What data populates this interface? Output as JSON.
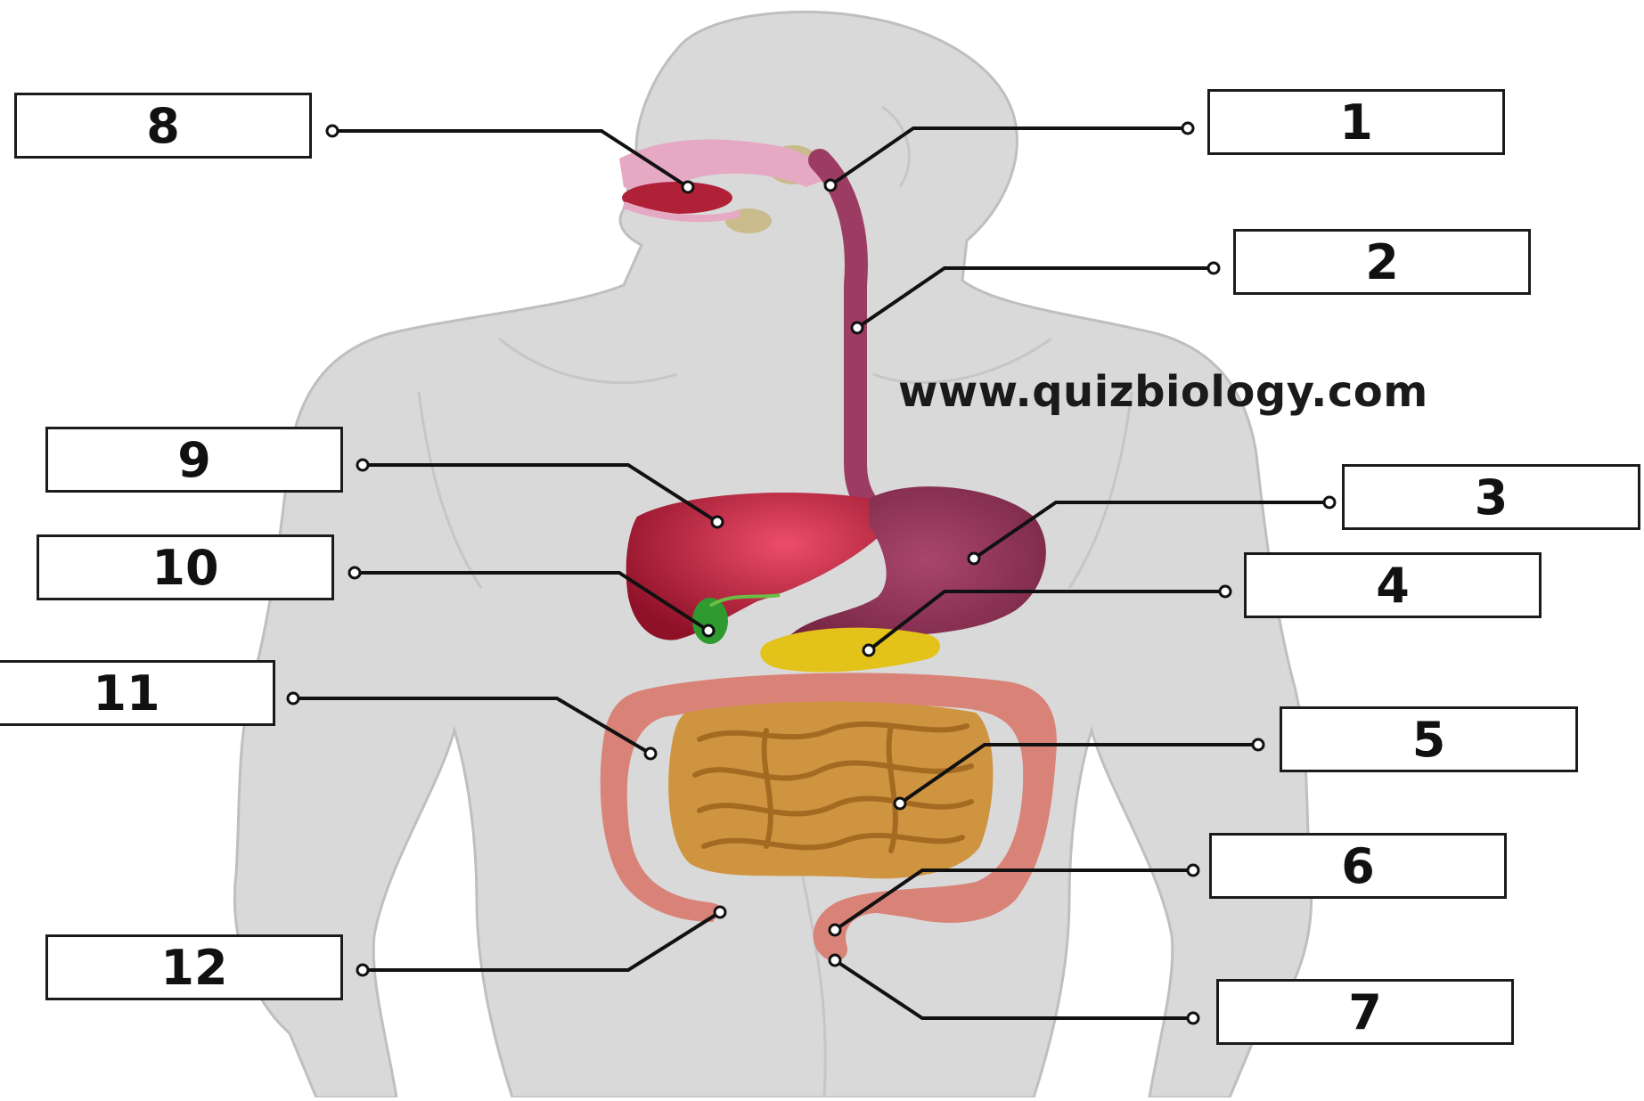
{
  "watermark": "www.quizbiology.com",
  "labels": [
    {
      "key": "1",
      "text": "1"
    },
    {
      "key": "2",
      "text": "2"
    },
    {
      "key": "3",
      "text": "3"
    },
    {
      "key": "4",
      "text": "4"
    },
    {
      "key": "5",
      "text": "5"
    },
    {
      "key": "6",
      "text": "6"
    },
    {
      "key": "7",
      "text": "7"
    },
    {
      "key": "8",
      "text": "8"
    },
    {
      "key": "9",
      "text": "9"
    },
    {
      "key": "10",
      "text": "10"
    },
    {
      "key": "11",
      "text": "11"
    },
    {
      "key": "12",
      "text": "12"
    }
  ],
  "colors": {
    "body": "#d9d9d9",
    "body_outline": "#bdbdbd",
    "liver": "#b3223c",
    "stomach": "#8e2f52",
    "esophagus": "#9d3c63",
    "pharynx": "#e6a9c4",
    "gallbladder": "#2f9a2f",
    "pancreas": "#e3c21a",
    "small_intestine": "#cf9440",
    "large_intestine": "#d98378",
    "salivary_gland": "#c9bb8c",
    "leader_line": "#111111"
  }
}
